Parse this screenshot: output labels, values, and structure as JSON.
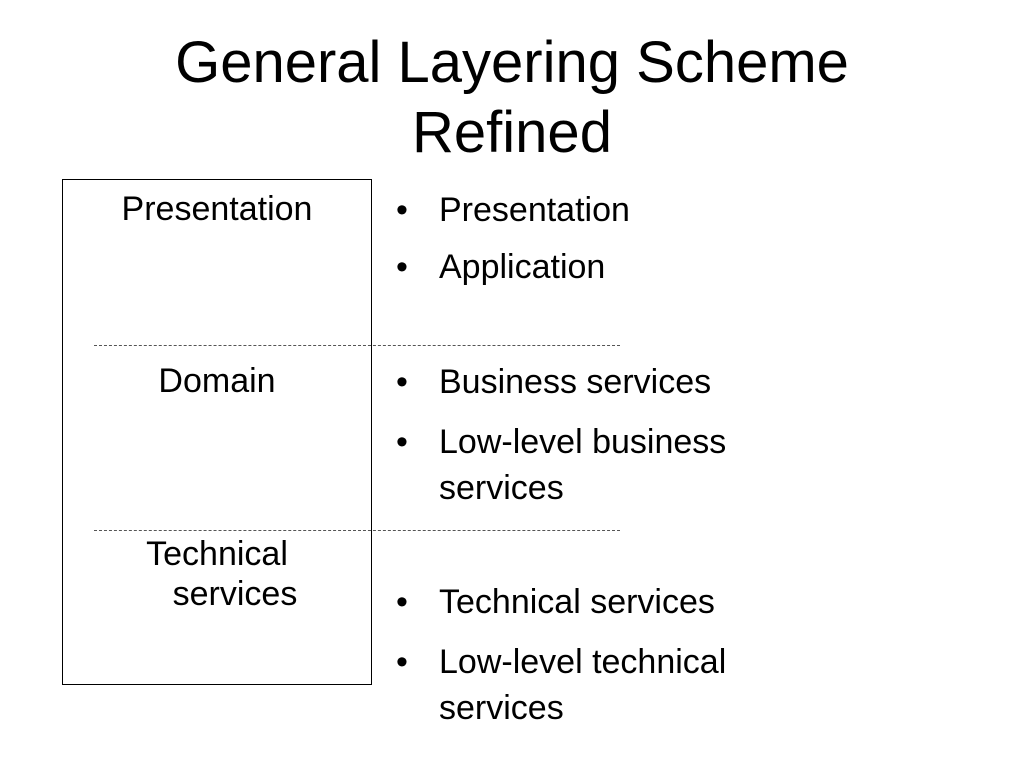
{
  "title": {
    "line1": "General Layering Scheme",
    "line2": "Refined"
  },
  "layers": {
    "presentation": {
      "label": "Presentation",
      "items": [
        "Presentation",
        "Application"
      ]
    },
    "domain": {
      "label": "Domain",
      "items": [
        "Business services",
        "Low-level business services"
      ]
    },
    "technical": {
      "label_line1": "Technical",
      "label_line2": "services",
      "items": [
        "Technical services",
        "Low-level technical services"
      ]
    }
  },
  "bullet_glyph": "•",
  "colors": {
    "background": "#ffffff",
    "text": "#000000",
    "divider": "#555555"
  }
}
